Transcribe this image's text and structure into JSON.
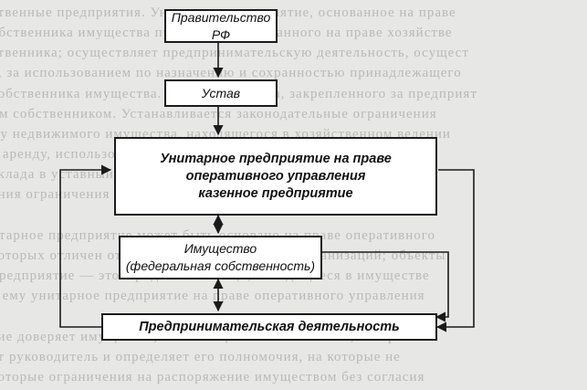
{
  "diagram": {
    "boxes": {
      "government": "Правительство РФ",
      "charter": "Устав",
      "enterprise": [
        "Унитарное предприятие на праве",
        "оперативного управления",
        "казенное предприятие"
      ],
      "property": [
        "Имущество",
        "(федеральная собственность)"
      ],
      "activity": "Предпринимательская деятельность"
    },
    "colors": {
      "line": "#1b1b1b",
      "box_fill": "#ffffff",
      "paper": "#e7e7e5"
    }
  }
}
